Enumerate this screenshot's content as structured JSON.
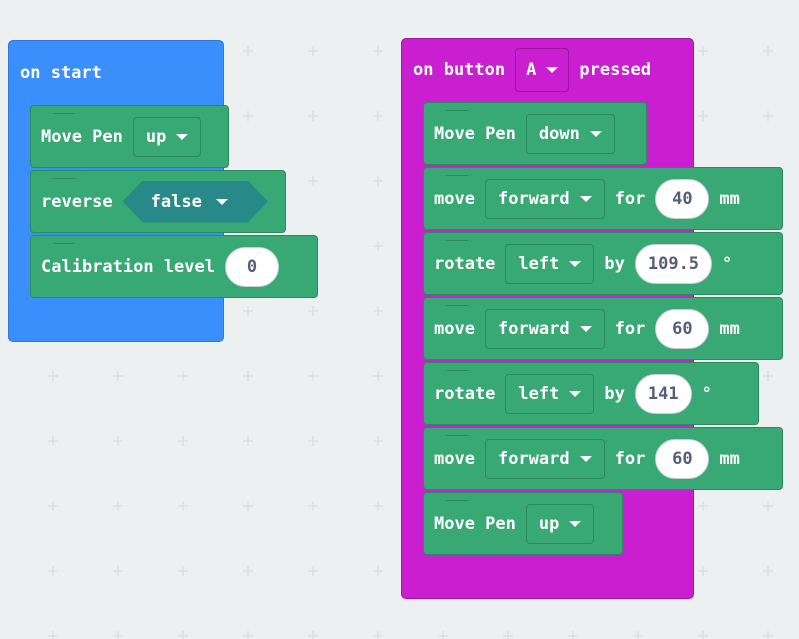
{
  "on_start": {
    "title": "on start",
    "color": "#3a8ffd",
    "blocks": [
      {
        "label": "Move Pen",
        "dropdown": "up"
      },
      {
        "label": "reverse",
        "boolean": "false"
      },
      {
        "label": "Calibration level",
        "value": "0"
      }
    ]
  },
  "on_button": {
    "prefix": "on button",
    "button": "A",
    "suffix": "pressed",
    "color": "#c91fd1",
    "blocks": [
      {
        "label": "Move Pen",
        "dropdown": "down"
      },
      {
        "label": "move",
        "dropdown": "forward",
        "mid": "for",
        "value": "40",
        "unit": "mm"
      },
      {
        "label": "rotate",
        "dropdown": "left",
        "mid": "by",
        "value": "109.5",
        "unit": "°"
      },
      {
        "label": "move",
        "dropdown": "forward",
        "mid": "for",
        "value": "60",
        "unit": "mm"
      },
      {
        "label": "rotate",
        "dropdown": "left",
        "mid": "by",
        "value": "141",
        "unit": "°"
      },
      {
        "label": "move",
        "dropdown": "forward",
        "mid": "for",
        "value": "60",
        "unit": "mm"
      },
      {
        "label": "Move Pen",
        "dropdown": "up"
      }
    ]
  }
}
